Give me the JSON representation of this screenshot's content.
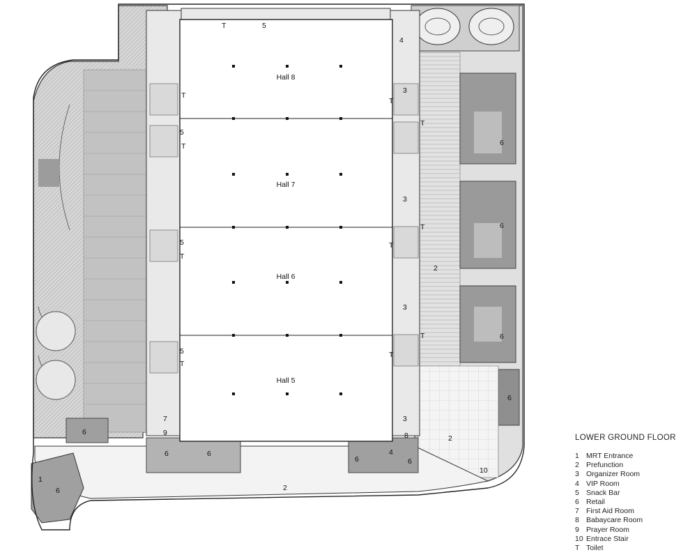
{
  "halls": [
    "Hall 8",
    "Hall 7",
    "Hall 6",
    "Hall 5"
  ],
  "labels": {
    "one": "1",
    "two": "2",
    "three": "3",
    "four": "4",
    "five": "5",
    "six": "6",
    "seven": "7",
    "eight": "8",
    "nine": "9",
    "ten": "10",
    "toilet": "T"
  },
  "legend": {
    "title": "LOWER GROUND FLOOR",
    "items": [
      {
        "key": "1",
        "label": "MRT Entrance"
      },
      {
        "key": "2",
        "label": "Prefunction"
      },
      {
        "key": "3",
        "label": "Organizer Room"
      },
      {
        "key": "4",
        "label": "VIP Room"
      },
      {
        "key": "5",
        "label": "Snack Bar"
      },
      {
        "key": "6",
        "label": "Retail"
      },
      {
        "key": "7",
        "label": "First Aid Room"
      },
      {
        "key": "8",
        "label": "Babaycare Room"
      },
      {
        "key": "9",
        "label": "Prayer Room"
      },
      {
        "key": "10",
        "label": "Entrace Stair"
      },
      {
        "key": "T",
        "label": "Toilet"
      }
    ]
  },
  "colors": {
    "hatch": "#c9c9c9",
    "dark_retail": "#8f8f8f",
    "mid_retail": "#b0b0b0",
    "line": "#333333"
  }
}
